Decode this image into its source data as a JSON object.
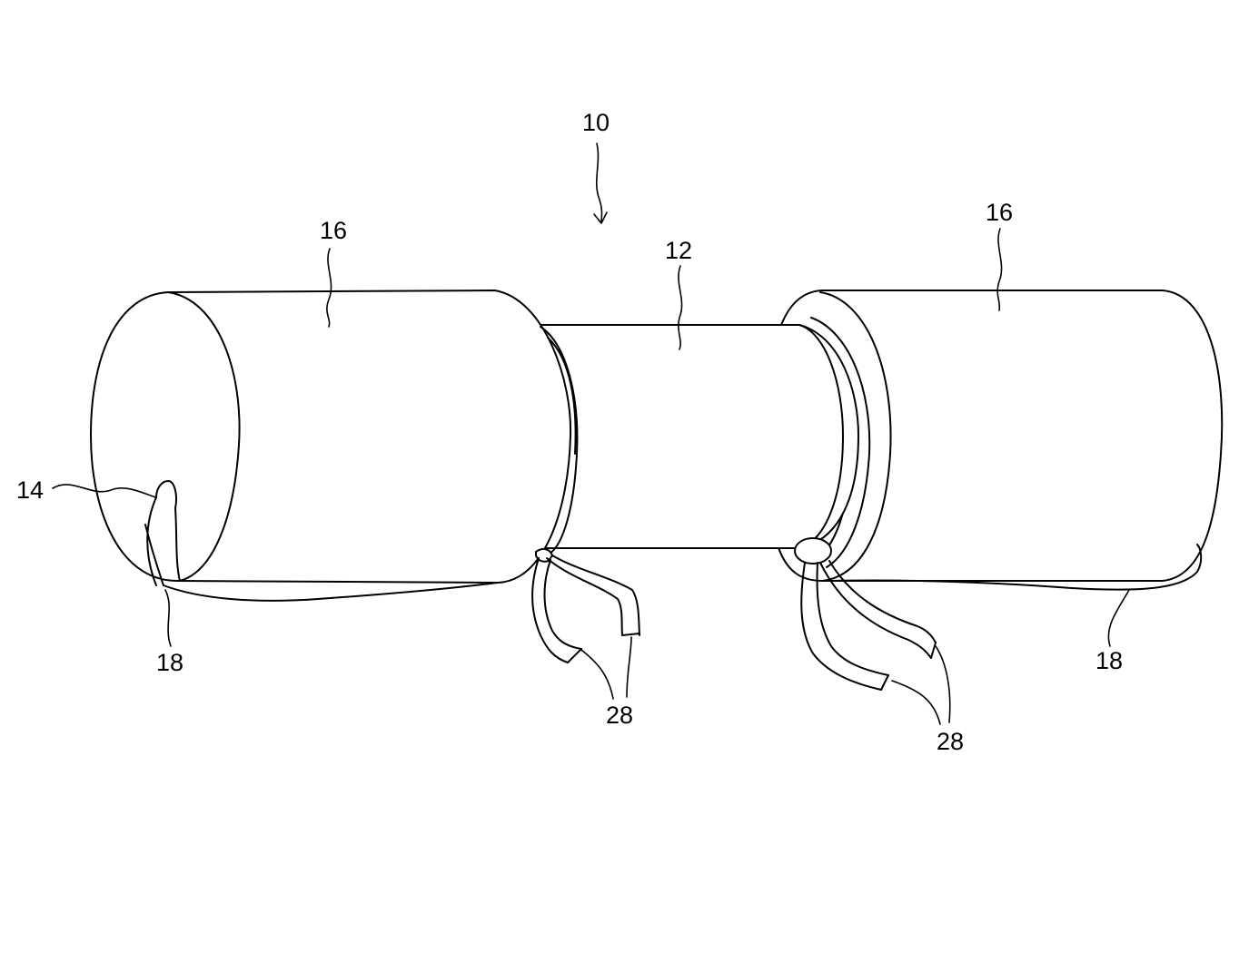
{
  "figure": {
    "labels": {
      "device": "10",
      "center_tube": "12",
      "insertion_hole": "14",
      "cover_left": "16",
      "cover_right": "16",
      "edge_left": "18",
      "edge_right": "18",
      "tie_left": "28",
      "tie_right": "28"
    }
  }
}
